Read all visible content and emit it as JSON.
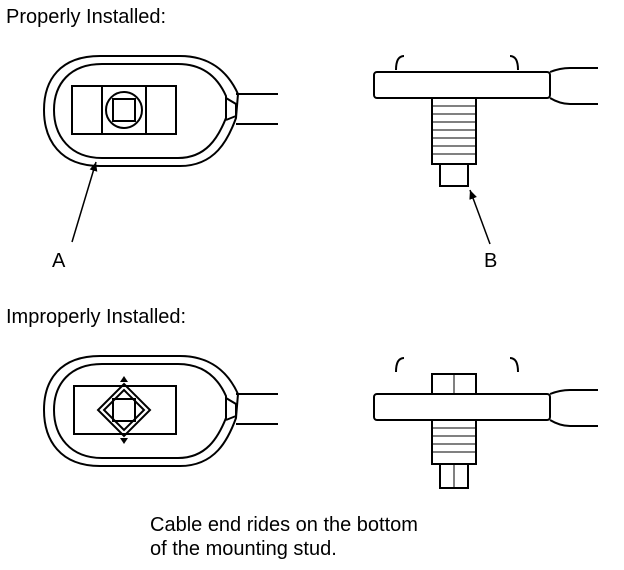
{
  "headings": {
    "proper": "Properly Installed:",
    "improper": "Improperly Installed:"
  },
  "callouts": {
    "a": "A",
    "b": "B"
  },
  "caption": {
    "line1": "Cable end rides on the bottom",
    "line2": "of the mounting stud."
  }
}
